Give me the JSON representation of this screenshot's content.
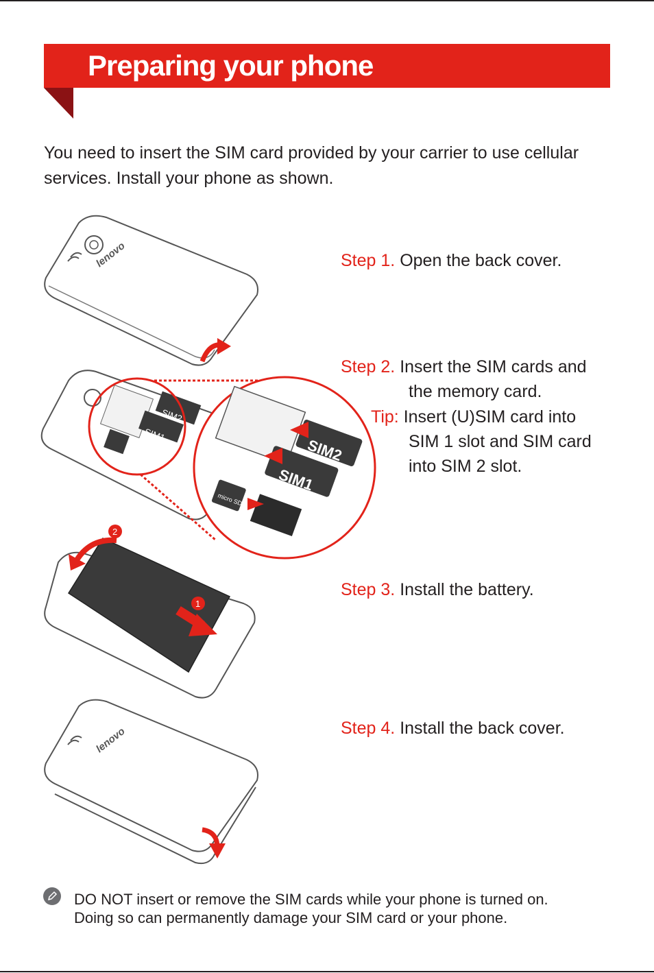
{
  "header": {
    "title": "Preparing your phone"
  },
  "intro": "You need to insert the SIM card provided by your carrier to use cellular services. Install your phone as shown.",
  "steps": [
    {
      "label": "Step 1.",
      "text": "Open the back cover."
    },
    {
      "label": "Step 2.",
      "line1": "Insert the SIM cards and",
      "line2": "the memory card."
    },
    {
      "label": "Step 3.",
      "text": "Install the battery."
    },
    {
      "label": "Step 4.",
      "text": "Install the back cover."
    }
  ],
  "tip": {
    "label": "Tip:",
    "line1": "Insert (U)SIM card into",
    "line2": "SIM 1 slot and SIM card",
    "line3": "into SIM 2 slot."
  },
  "illustrations": {
    "brand": "lenovo",
    "sim1": "SIM1",
    "sim2": "SIM2",
    "microsd": "micro SD",
    "callout1": "1",
    "callout2": "2"
  },
  "note": {
    "line1": "DO NOT insert or remove the SIM cards while your phone is turned on.",
    "line2": "Doing so can permanently damage your SIM card or your phone."
  },
  "colors": {
    "accent": "#e2231a",
    "fold": "#8b1214",
    "text": "#231f20"
  }
}
